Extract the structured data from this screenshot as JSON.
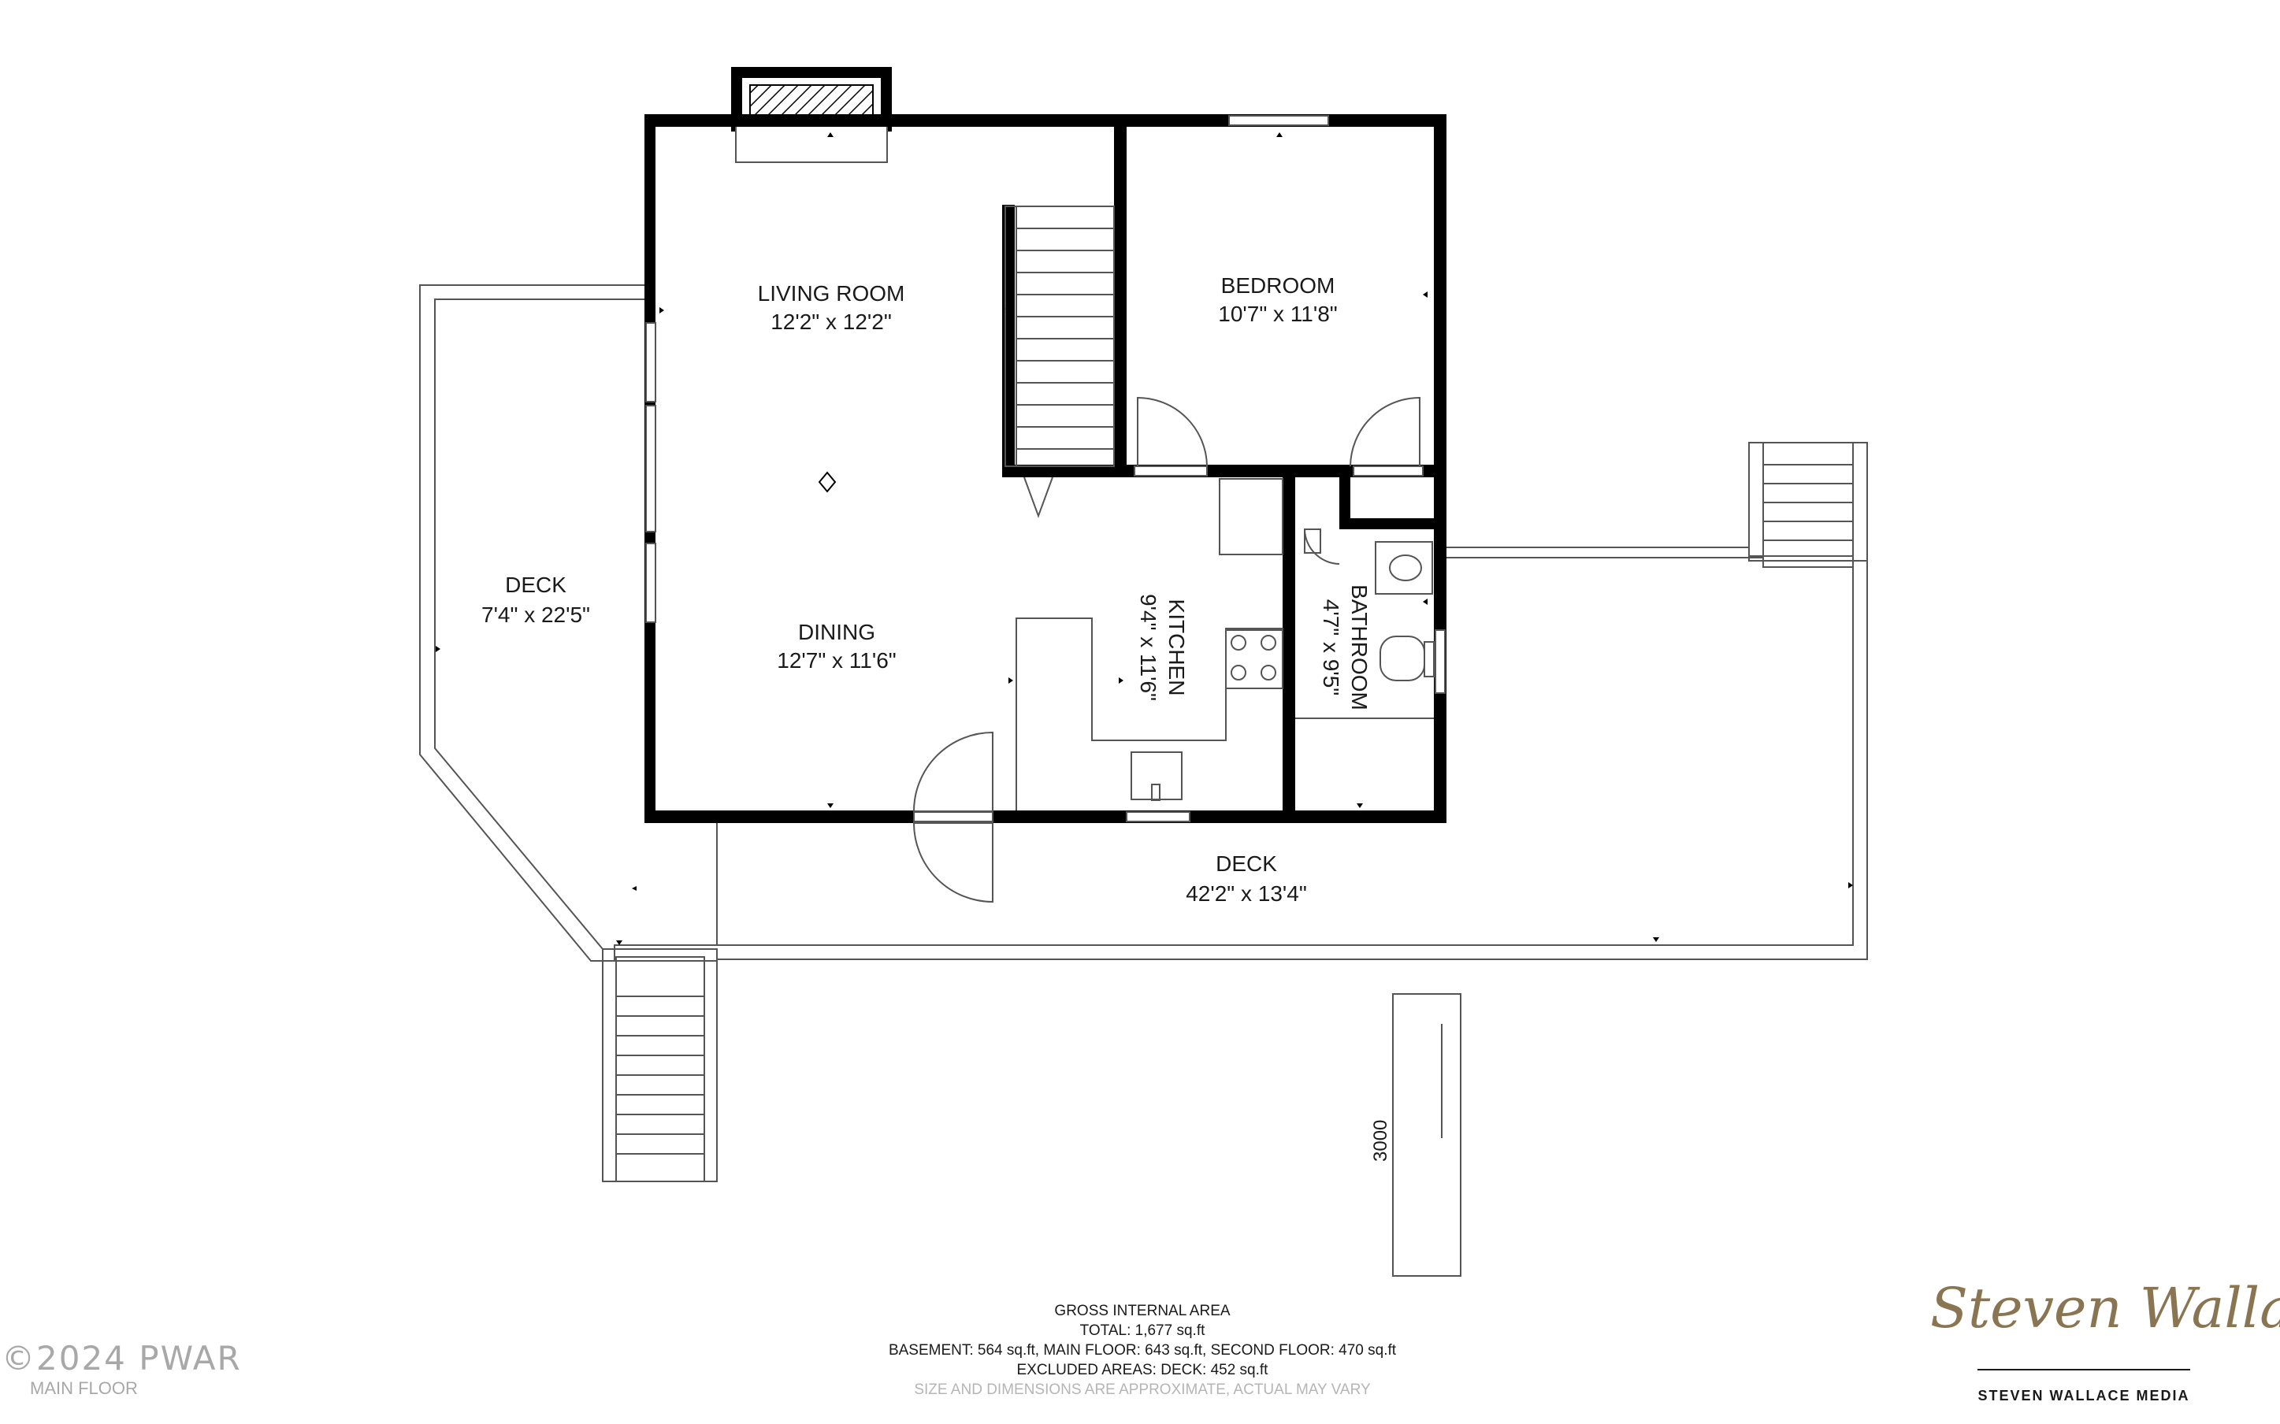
{
  "rooms": {
    "living_room": {
      "name": "LIVING ROOM",
      "dims": "12'2\" x 12'2\""
    },
    "bedroom": {
      "name": "BEDROOM",
      "dims": "10'7\" x 11'8\""
    },
    "dining": {
      "name": "DINING",
      "dims": "12'7\" x 11'6\""
    },
    "kitchen": {
      "name": "KITCHEN",
      "dims": "9'4\" x 11'6\""
    },
    "bathroom": {
      "name": "BATHROOM",
      "dims": "4'7\" x 9'5\""
    },
    "deck_left": {
      "name": "DECK",
      "dims": "7'4\" x 22'5\""
    },
    "deck_front": {
      "name": "DECK",
      "dims": "42'2\" x 13'4\""
    }
  },
  "marker_label": "3000",
  "area_summary": {
    "heading": "GROSS INTERNAL AREA",
    "total": "TOTAL: 1,677 sq.ft",
    "breakdown": "BASEMENT: 564 sq.ft, MAIN FLOOR: 643 sq.ft, SECOND FLOOR: 470 sq.ft",
    "excluded": "EXCLUDED AREAS: DECK: 452 sq.ft",
    "disclaimer": "SIZE AND DIMENSIONS ARE APPROXIMATE, ACTUAL MAY VARY"
  },
  "watermark": {
    "copyright": "©2024 PWAR",
    "floor_label": "MAIN FLOOR"
  },
  "branding": {
    "script": "Steven Wallace",
    "company": "STEVEN WALLACE MEDIA"
  },
  "colors": {
    "wall": "#000000",
    "line": "#555555",
    "brand_gold": "#8a7552"
  }
}
